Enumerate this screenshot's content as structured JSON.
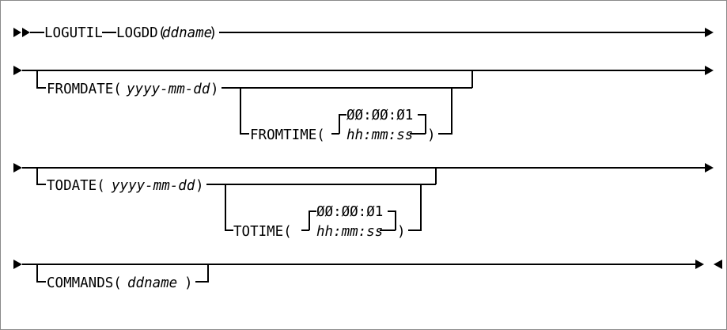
{
  "diagram": {
    "type": "railroad-syntax-diagram",
    "title": "LOGUTIL syntax",
    "colors": {
      "line": "#000000",
      "background": "#ffffff",
      "border": "#8a8a8a"
    },
    "markers": {
      "start": "►►",
      "continue": "►",
      "end": "►◄"
    },
    "lines": [
      {
        "id": "line-1",
        "start_marker": "►►",
        "end_marker": "►",
        "tokens": [
          {
            "kind": "keyword",
            "text": "LOGUTIL"
          },
          {
            "kind": "keyword",
            "text": "LOGDD("
          },
          {
            "kind": "variable",
            "text": "ddname"
          },
          {
            "kind": "keyword",
            "text": ")"
          }
        ]
      },
      {
        "id": "line-2",
        "start_marker": "►",
        "end_marker": "►",
        "optional": true,
        "tokens": [
          {
            "kind": "keyword",
            "text": "FROMDATE("
          },
          {
            "kind": "variable",
            "text": "yyyy-mm-dd"
          },
          {
            "kind": "keyword",
            "text": ")"
          },
          {
            "kind": "keyword",
            "text": "FROMTIME("
          },
          {
            "kind": "default",
            "text": "ØØ:ØØ:Ø1"
          },
          {
            "kind": "variable",
            "text": "hh:mm:ss"
          },
          {
            "kind": "keyword",
            "text": ")"
          }
        ]
      },
      {
        "id": "line-3",
        "start_marker": "►",
        "end_marker": "►",
        "optional": true,
        "tokens": [
          {
            "kind": "keyword",
            "text": "TODATE("
          },
          {
            "kind": "variable",
            "text": "yyyy-mm-dd"
          },
          {
            "kind": "keyword",
            "text": ")"
          },
          {
            "kind": "keyword",
            "text": "TOTIME("
          },
          {
            "kind": "default",
            "text": "ØØ:ØØ:Ø1"
          },
          {
            "kind": "variable",
            "text": "hh:mm:ss"
          },
          {
            "kind": "keyword",
            "text": ")"
          }
        ]
      },
      {
        "id": "line-4",
        "start_marker": "►",
        "end_marker": "►◄",
        "optional": true,
        "tokens": [
          {
            "kind": "keyword",
            "text": "COMMANDS("
          },
          {
            "kind": "variable",
            "text": "ddname"
          },
          {
            "kind": "keyword",
            "text": ")"
          }
        ]
      }
    ],
    "text": {
      "logutil": "LOGUTIL",
      "logdd_open": "LOGDD(",
      "logdd_var": "ddname",
      "logdd_close": ")",
      "fromdate_open": "FROMDATE(",
      "fromdate_var": "yyyy-mm-dd",
      "fromdate_close": ")",
      "fromtime_open": "FROMTIME(",
      "fromtime_default": "ØØ:ØØ:Ø1",
      "fromtime_var": "hh:mm:ss",
      "fromtime_close": ")",
      "todate_open": "TODATE(",
      "todate_var": "yyyy-mm-dd",
      "todate_close": ")",
      "totime_open": "TOTIME(",
      "totime_default": "ØØ:ØØ:Ø1",
      "totime_var": "hh:mm:ss",
      "totime_close": ")",
      "commands_open": "COMMANDS(",
      "commands_var": "ddname",
      "commands_close": ")"
    }
  }
}
